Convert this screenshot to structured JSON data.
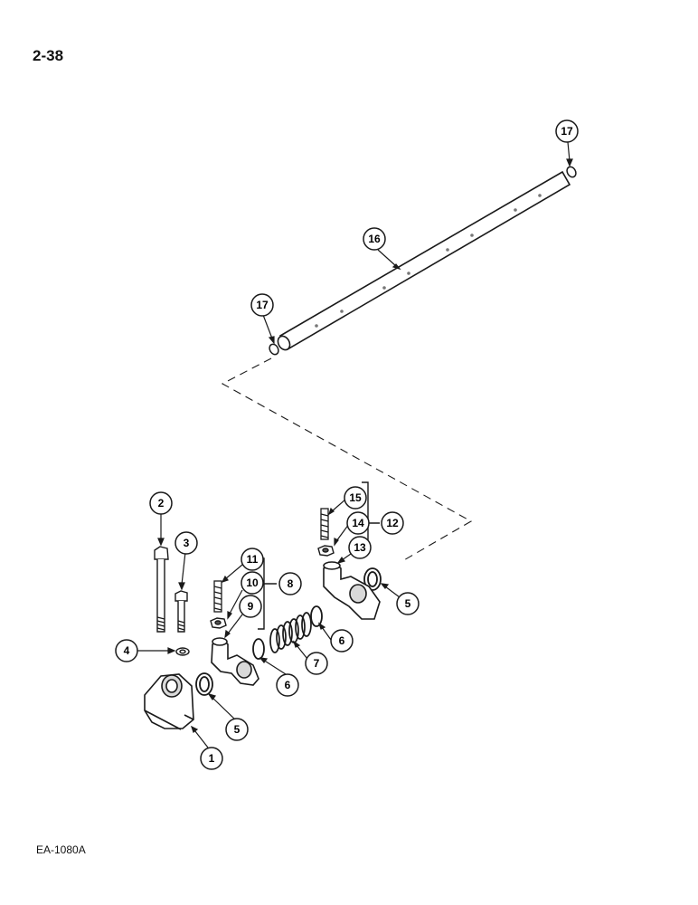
{
  "page": {
    "page_number": "2-38",
    "figure_code": "EA-1080A"
  },
  "callouts": [
    {
      "id": "c1",
      "label": "1"
    },
    {
      "id": "c2",
      "label": "2"
    },
    {
      "id": "c3",
      "label": "3"
    },
    {
      "id": "c4",
      "label": "4"
    },
    {
      "id": "c5a",
      "label": "5"
    },
    {
      "id": "c5b",
      "label": "5"
    },
    {
      "id": "c6a",
      "label": "6"
    },
    {
      "id": "c6b",
      "label": "6"
    },
    {
      "id": "c7",
      "label": "7"
    },
    {
      "id": "c8",
      "label": "8"
    },
    {
      "id": "c9",
      "label": "9"
    },
    {
      "id": "c10",
      "label": "10"
    },
    {
      "id": "c11",
      "label": "11"
    },
    {
      "id": "c12",
      "label": "12"
    },
    {
      "id": "c13",
      "label": "13"
    },
    {
      "id": "c14",
      "label": "14"
    },
    {
      "id": "c15",
      "label": "15"
    },
    {
      "id": "c16",
      "label": "16"
    },
    {
      "id": "c17a",
      "label": "17"
    },
    {
      "id": "c17b",
      "label": "17"
    }
  ],
  "colors": {
    "ink": "#1a1a1a",
    "shade": "#9a9a9a",
    "paper": "#ffffff"
  }
}
